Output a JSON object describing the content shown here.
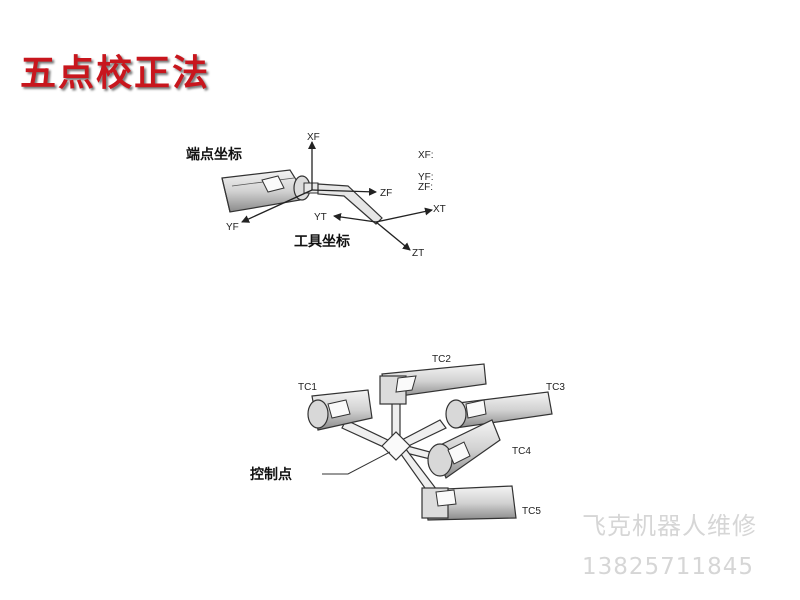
{
  "slide": {
    "title": "五点校正法"
  },
  "figure_top": {
    "label_flange": "端点坐标",
    "label_tool": "工具坐标",
    "axis_xf": "XF",
    "axis_yf": "YF",
    "axis_zf": "ZF",
    "axis_xt": "XT",
    "axis_yt": "YT",
    "axis_zt": "ZT",
    "readout_xf": "XF:",
    "readout_yf": "YF:",
    "readout_zf": "ZF:"
  },
  "figure_bottom": {
    "label_control_point": "控制点",
    "pose_tc1": "TC1",
    "pose_tc2": "TC2",
    "pose_tc3": "TC3",
    "pose_tc4": "TC4",
    "pose_tc5": "TC5"
  },
  "watermark": {
    "line1": "飞克机器人维修",
    "line2": "13825711845"
  }
}
